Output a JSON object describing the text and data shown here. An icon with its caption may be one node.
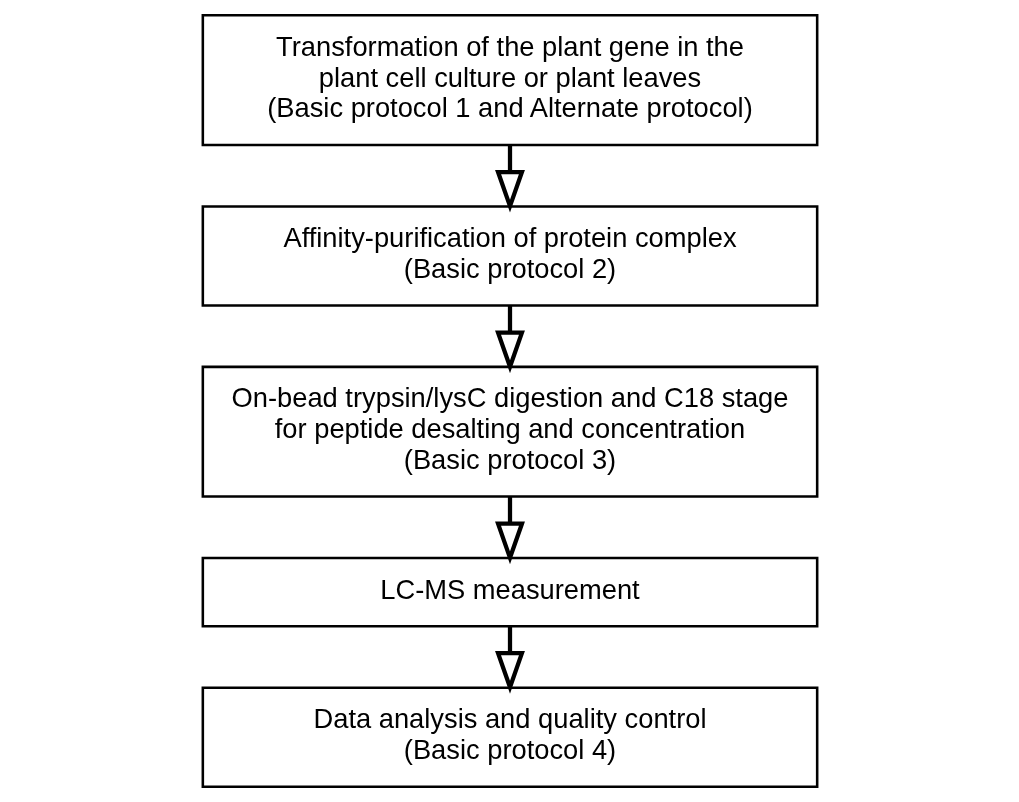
{
  "diagram": {
    "nodes": [
      {
        "text": [
          "Transformation of the plant gene in the plant cell culture or plant leaves",
          "(Basic protocol 1 and Alternate protocol)"
        ]
      },
      {
        "text": [
          "Affinity-purification of protein complex",
          "(Basic protocol 2)"
        ]
      },
      {
        "text": [
          "On-bead trypsin/lysC digestion and C18 stage for peptide desalting and concentration",
          "(Basic protocol 3)"
        ]
      },
      {
        "text": [
          "LC-MS measurement"
        ]
      },
      {
        "text": [
          "Data analysis and quality control",
          "(Basic protocol 4)"
        ]
      }
    ],
    "edges": [
      {
        "from": 0,
        "to": 1,
        "arrow": "to"
      },
      {
        "from": 1,
        "to": 2,
        "arrow": "to"
      },
      {
        "from": 2,
        "to": 3,
        "arrow": "to"
      },
      {
        "from": 3,
        "to": 4,
        "arrow": "to"
      }
    ]
  }
}
